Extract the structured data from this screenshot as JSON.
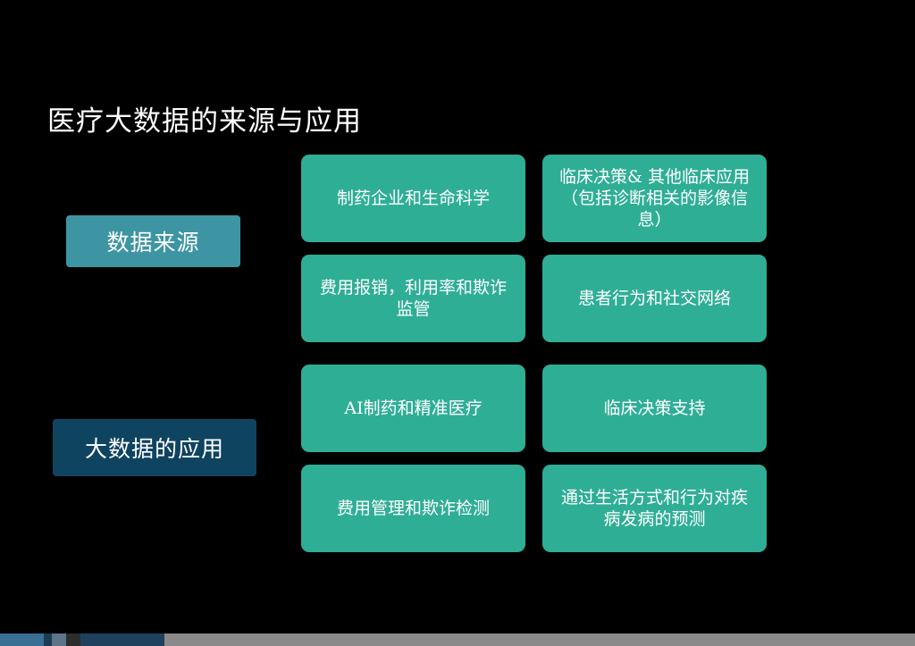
{
  "title": "医疗大数据的来源与应用",
  "categories": {
    "source": "数据来源",
    "application": "大数据的应用"
  },
  "source_cards": [
    "制药企业和生命科学",
    "临床决策& 其他临床应用（包括诊断相关的影像信息）",
    "费用报销，利用率和欺诈监管",
    "患者行为和社交网络"
  ],
  "application_cards": [
    "AI制药和精准医疗",
    "临床决策支持",
    "费用管理和欺诈检测",
    "通过生活方式和行为对疾病发病的预测"
  ],
  "colors": {
    "background": "#000000",
    "card": "#2fae96",
    "source_box": "#3d95a3",
    "application_box": "#0f4461"
  }
}
